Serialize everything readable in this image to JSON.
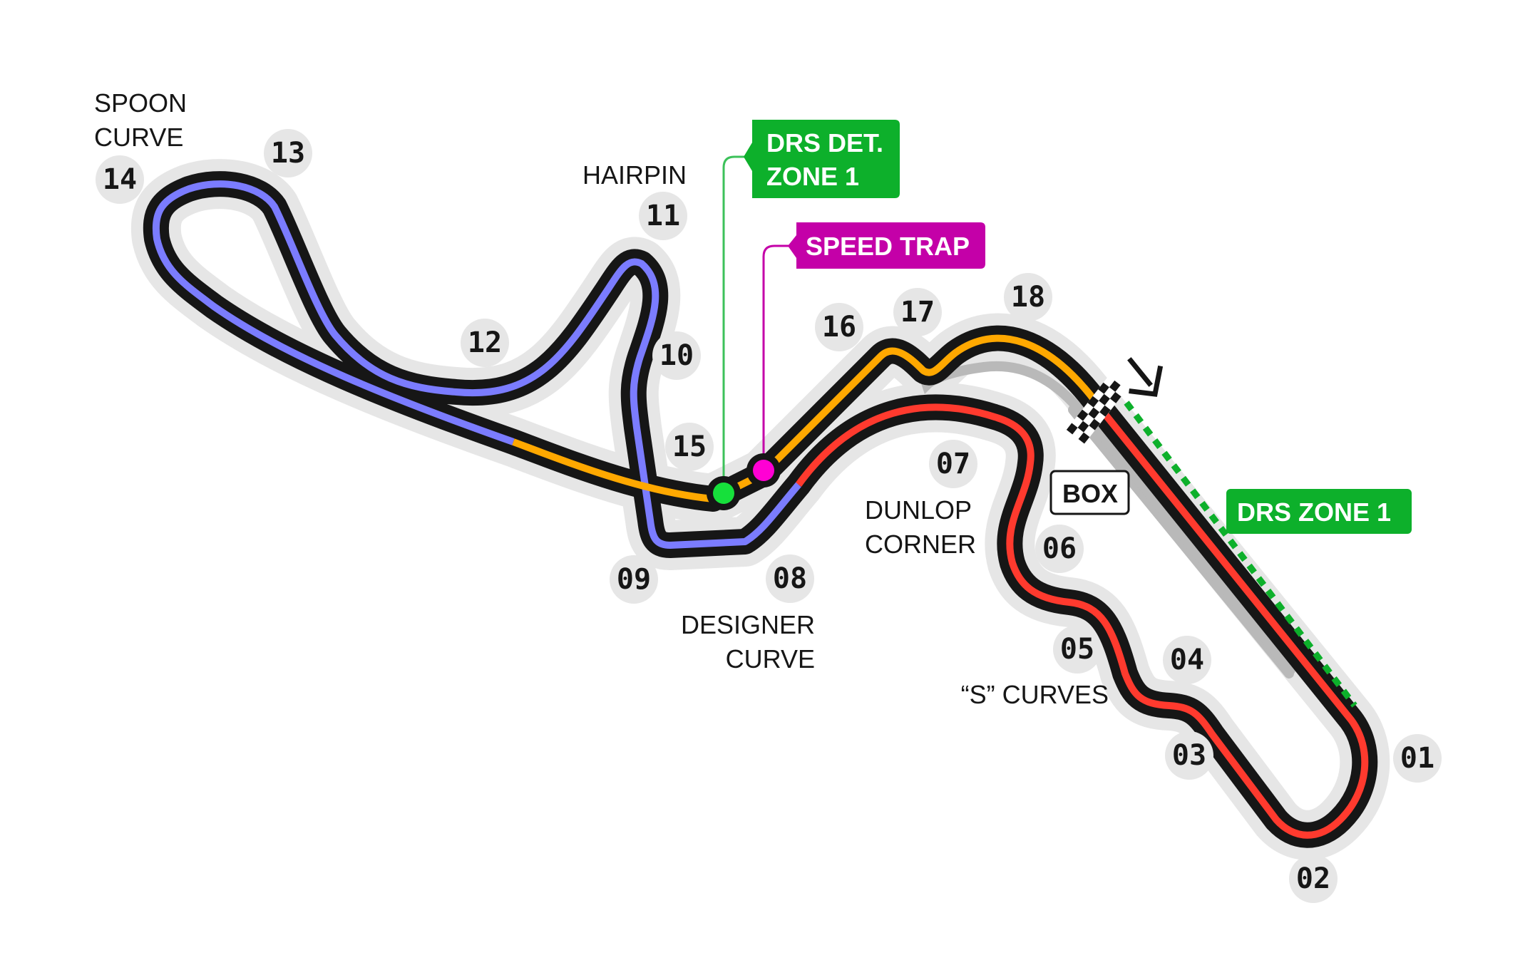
{
  "map": {
    "circuit_sectors": [
      {
        "sector": 1,
        "color": "#ff3a2e"
      },
      {
        "sector": 2,
        "color": "#7b7cff"
      },
      {
        "sector": 3,
        "color": "#ffa800"
      }
    ],
    "colors": {
      "track": "#161616",
      "runoff": "#e6e6e6",
      "pitlane": "#b9b9b9",
      "drs": "#0db02b",
      "speed_trap": "#c400a8",
      "detection_dot": "#16e03b",
      "speed_trap_dot": "#ff00d4"
    },
    "turns": [
      {
        "num": "01"
      },
      {
        "num": "02"
      },
      {
        "num": "03"
      },
      {
        "num": "04"
      },
      {
        "num": "05"
      },
      {
        "num": "06"
      },
      {
        "num": "07"
      },
      {
        "num": "08"
      },
      {
        "num": "09"
      },
      {
        "num": "10"
      },
      {
        "num": "11"
      },
      {
        "num": "12"
      },
      {
        "num": "13"
      },
      {
        "num": "14"
      },
      {
        "num": "15"
      },
      {
        "num": "16"
      },
      {
        "num": "17"
      },
      {
        "num": "18"
      }
    ],
    "corner_names": {
      "spoon": [
        "SPOON",
        "CURVE"
      ],
      "hairpin": [
        "HAIRPIN"
      ],
      "dunlop": [
        "DUNLOP",
        "CORNER"
      ],
      "designer": [
        "DESIGNER",
        "CURVE"
      ],
      "s_curves": [
        "“S” CURVES"
      ]
    },
    "tags": {
      "drs_detection": [
        "DRS DET.",
        "ZONE 1"
      ],
      "speed_trap": "SPEED TRAP",
      "drs_zone": "DRS ZONE 1",
      "pit": "BOX"
    },
    "icons": {
      "start_finish": "checkered-flag-icon",
      "direction": "direction-arrow-icon"
    }
  }
}
